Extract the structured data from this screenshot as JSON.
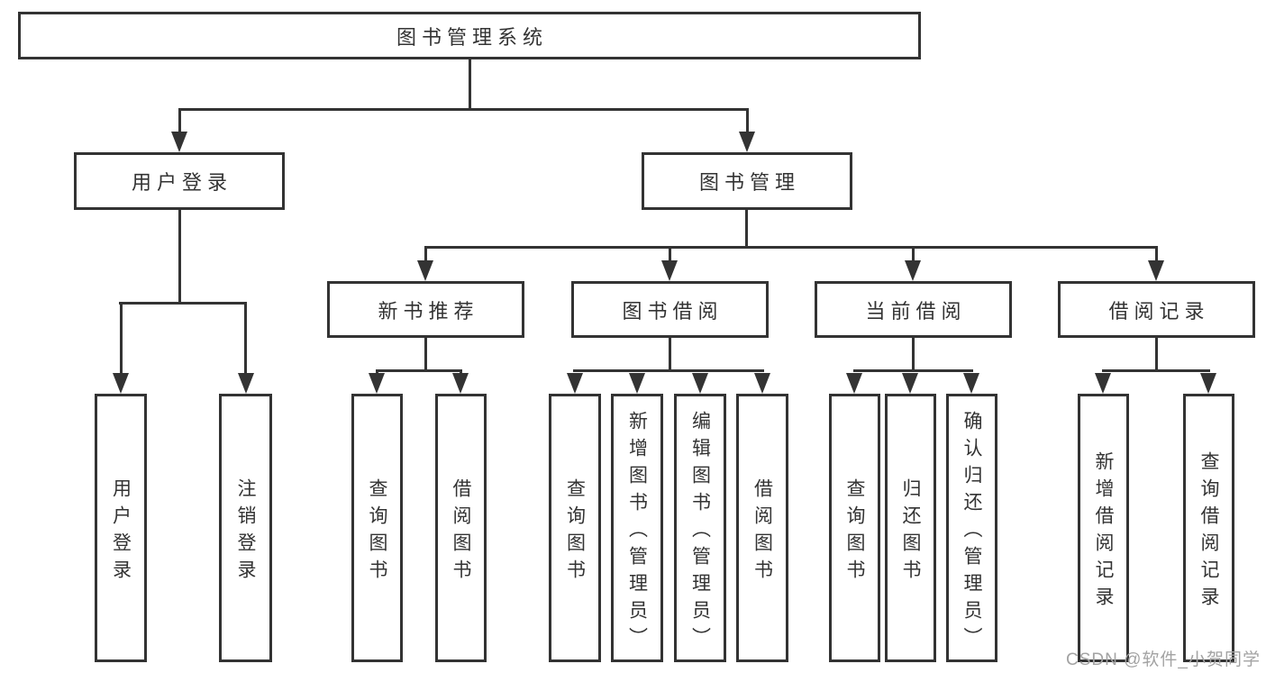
{
  "colors": {
    "line": "#333333",
    "text": "#333333",
    "watermark": "#a3a3a3",
    "background": "#ffffff"
  },
  "watermark": {
    "text": "CSDN @软件_小贺同学"
  },
  "tree": {
    "root": {
      "label": "图书管理系统"
    },
    "branches": [
      {
        "label": "用户登录",
        "children": [
          {
            "label": "用户登录"
          },
          {
            "label": "注销登录"
          }
        ]
      },
      {
        "label": "图书管理",
        "children": [
          {
            "label": "新书推荐",
            "children": [
              {
                "label": "查询图书"
              },
              {
                "label": "借阅图书"
              }
            ]
          },
          {
            "label": "图书借阅",
            "children": [
              {
                "label": "查询图书"
              },
              {
                "label": "新增图书（管理员）"
              },
              {
                "label": "编辑图书（管理员）"
              },
              {
                "label": "借阅图书"
              }
            ]
          },
          {
            "label": "当前借阅",
            "children": [
              {
                "label": "查询图书"
              },
              {
                "label": "归还图书"
              },
              {
                "label": "确认归还（管理员）"
              }
            ]
          },
          {
            "label": "借阅记录",
            "children": [
              {
                "label": "新增借阅记录"
              },
              {
                "label": "查询借阅记录"
              }
            ]
          }
        ]
      }
    ]
  }
}
